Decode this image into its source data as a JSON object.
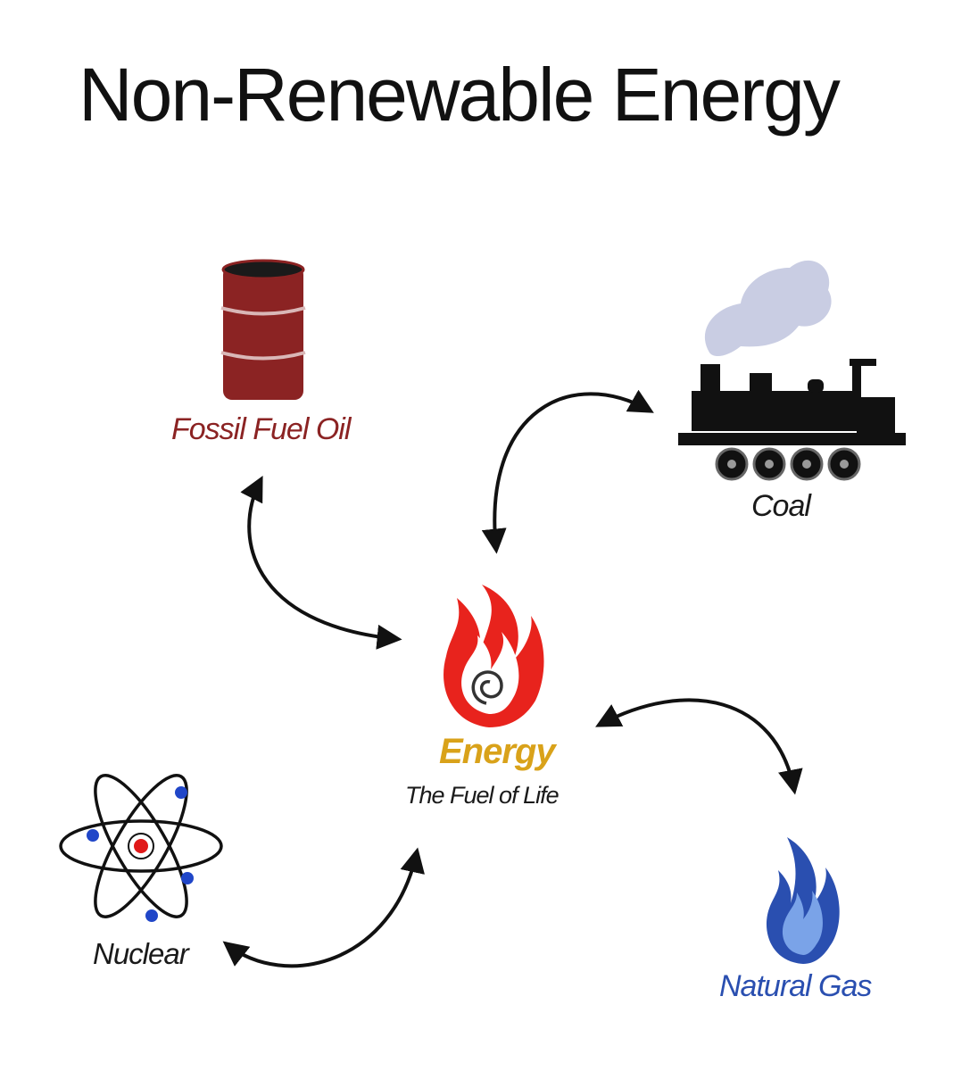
{
  "title": "Non-Renewable Energy",
  "center": {
    "label": "Energy",
    "subtitle": "The Fuel of Life"
  },
  "sources": {
    "oil": "Fossil Fuel Oil",
    "coal": "Coal",
    "nuclear": "Nuclear",
    "gas": "Natural Gas"
  },
  "colors": {
    "oil": "#8b2323",
    "energy": "#d9a21a",
    "flame": "#e8231d",
    "gas": "#2a4fb0",
    "smoke": "#c9cde3",
    "nucleus": "#e01818",
    "electron": "#2046c8"
  },
  "icons": [
    "oil-barrel-icon",
    "steam-locomotive-icon",
    "fire-icon",
    "atom-icon",
    "blue-flame-icon"
  ]
}
